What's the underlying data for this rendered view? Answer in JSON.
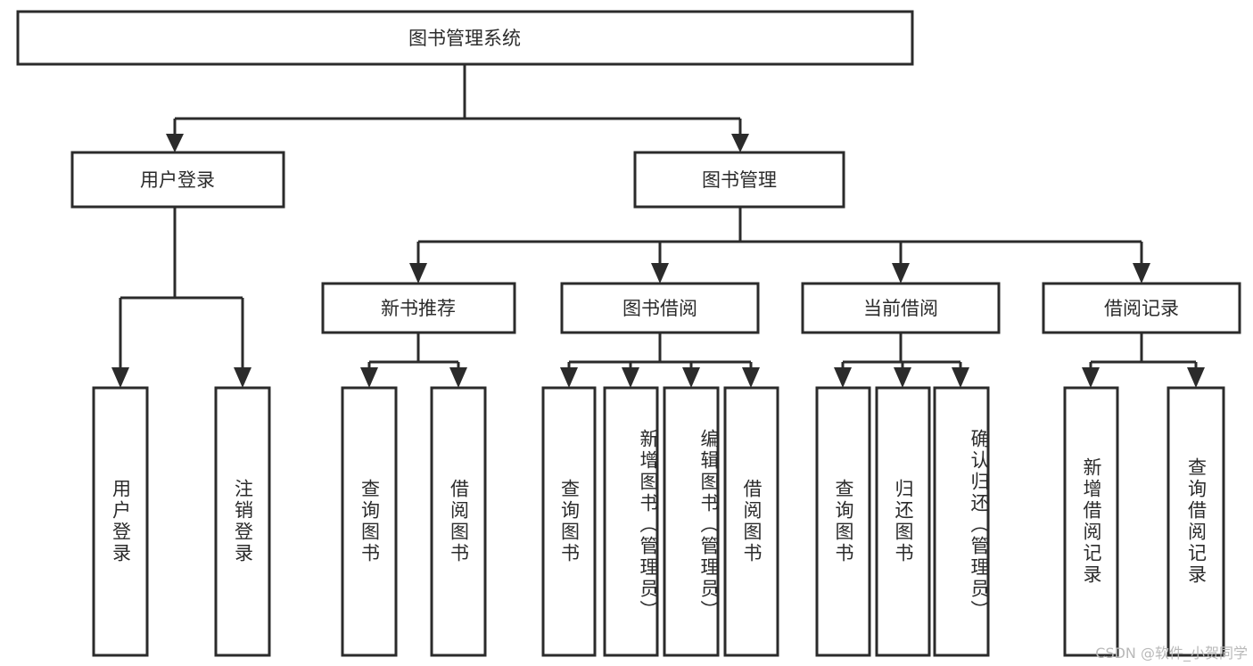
{
  "diagram": {
    "title": "图书管理系统",
    "type": "tree-hierarchy",
    "watermark": "CSDN @软件_小贺同学",
    "root": {
      "id": "root",
      "label": "图书管理系统",
      "orientation": "horizontal"
    },
    "level2": [
      {
        "id": "user-login",
        "label": "用户登录",
        "orientation": "horizontal"
      },
      {
        "id": "book-management",
        "label": "图书管理",
        "orientation": "horizontal"
      }
    ],
    "level3": [
      {
        "id": "new-book-recommend",
        "label": "新书推荐",
        "parent": "book-management",
        "orientation": "horizontal"
      },
      {
        "id": "book-borrow",
        "label": "图书借阅",
        "parent": "book-management",
        "orientation": "horizontal"
      },
      {
        "id": "current-borrow",
        "label": "当前借阅",
        "parent": "book-management",
        "orientation": "horizontal"
      },
      {
        "id": "borrow-record",
        "label": "借阅记录",
        "parent": "book-management",
        "orientation": "horizontal"
      }
    ],
    "leaves": [
      {
        "id": "leaf-user-login",
        "label": "用户登录",
        "parent": "user-login",
        "orientation": "vertical"
      },
      {
        "id": "leaf-user-logout",
        "label": "注销登录",
        "parent": "user-login",
        "orientation": "vertical"
      },
      {
        "id": "leaf-query-book-1",
        "label": "查询图书",
        "parent": "new-book-recommend",
        "orientation": "vertical"
      },
      {
        "id": "leaf-borrow-book-1",
        "label": "借阅图书",
        "parent": "new-book-recommend",
        "orientation": "vertical"
      },
      {
        "id": "leaf-query-book-2",
        "label": "查询图书",
        "parent": "book-borrow",
        "orientation": "vertical"
      },
      {
        "id": "leaf-add-book",
        "label": "新增图书（管理员）",
        "parent": "book-borrow",
        "orientation": "vertical"
      },
      {
        "id": "leaf-edit-book",
        "label": "编辑图书（管理员）",
        "parent": "book-borrow",
        "orientation": "vertical"
      },
      {
        "id": "leaf-borrow-book-2",
        "label": "借阅图书",
        "parent": "book-borrow",
        "orientation": "vertical"
      },
      {
        "id": "leaf-query-book-3",
        "label": "查询图书",
        "parent": "current-borrow",
        "orientation": "vertical"
      },
      {
        "id": "leaf-return-book",
        "label": "归还图书",
        "parent": "current-borrow",
        "orientation": "vertical"
      },
      {
        "id": "leaf-confirm-return",
        "label": "确认归还（管理员）",
        "parent": "current-borrow",
        "orientation": "vertical"
      },
      {
        "id": "leaf-add-record",
        "label": "新增借阅记录",
        "parent": "borrow-record",
        "orientation": "vertical"
      },
      {
        "id": "leaf-query-record",
        "label": "查询借阅记录",
        "parent": "borrow-record",
        "orientation": "vertical"
      }
    ],
    "colors": {
      "stroke": "#2b2b2b",
      "fill": "#ffffff",
      "text": "#2b2b2b",
      "background": "#ffffff",
      "watermark": "#b9b9b9"
    }
  }
}
